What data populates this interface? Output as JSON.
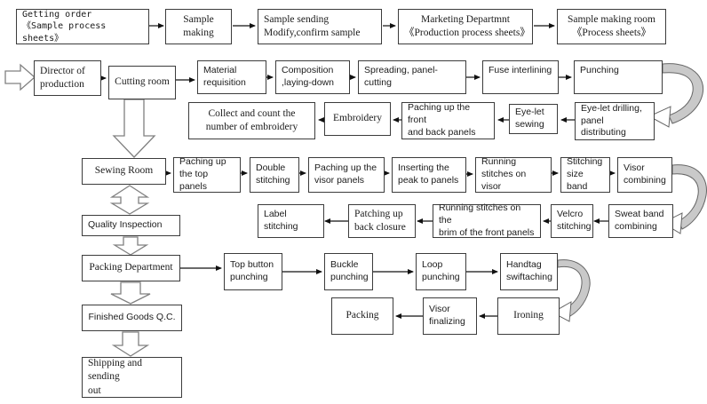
{
  "colors": {
    "box_border": "#3c3c3c",
    "arrow": "#111111",
    "block_arrow_outline": "#808080",
    "uturn_fill": "#c9c9c9"
  },
  "nodes": [
    {
      "name": "getting-order",
      "text": "Getting order\n《Sample process sheets》"
    },
    {
      "name": "sample-making",
      "text": "Sample\nmaking"
    },
    {
      "name": "sample-sending",
      "text": "Sample sending\nModify,confirm sample"
    },
    {
      "name": "marketing-department",
      "text": "Marketing Departmnt\n《Production process sheets》"
    },
    {
      "name": "sample-making-room",
      "text": "Sample making room\n《Process sheets》"
    },
    {
      "name": "director-of-production",
      "text": "Director of\nproduction"
    },
    {
      "name": "cutting-room",
      "text": "Cutting room"
    },
    {
      "name": "material-requisition",
      "text": "Material\nrequisition"
    },
    {
      "name": "composition-laying-down",
      "text": "Composition\n,laying-down"
    },
    {
      "name": "spreading-panel-cutting",
      "text": "Spreading, panel-cutting"
    },
    {
      "name": "fuse-interlining",
      "text": "Fuse interlining"
    },
    {
      "name": "punching",
      "text": "Punching"
    },
    {
      "name": "eyelet-drilling",
      "text": "Eye-let drilling,\npanel distributing"
    },
    {
      "name": "eyelet-sewing",
      "text": "Eye-let\nsewing"
    },
    {
      "name": "paching-front-back-panels",
      "text": "Paching up the front\nand back panels"
    },
    {
      "name": "embroidery",
      "text": "Embroidery"
    },
    {
      "name": "collect-count-embroidery",
      "text": "Collect and count the\nnumber of embroidery"
    },
    {
      "name": "sewing-room",
      "text": "Sewing Room"
    },
    {
      "name": "paching-top-panels",
      "text": "Paching up\nthe top panels"
    },
    {
      "name": "double-stitching",
      "text": "Double\nstitching"
    },
    {
      "name": "paching-visor-panels",
      "text": "Paching up the\nvisor panels"
    },
    {
      "name": "inserting-peak",
      "text": "Inserting the\npeak to panels"
    },
    {
      "name": "running-stitches-visor",
      "text": "Running\nstitches on visor"
    },
    {
      "name": "stitching-size-band",
      "text": "Stitching\nsize band"
    },
    {
      "name": "visor-combining",
      "text": "Visor\ncombining"
    },
    {
      "name": "sweat-band-combining",
      "text": "Sweat band\ncombining"
    },
    {
      "name": "velcro-stitching",
      "text": "Velcro\nstitching"
    },
    {
      "name": "running-stitches-brim",
      "text": "Running stitches on the\nbrim of the front panels"
    },
    {
      "name": "patching-back-closure",
      "text": "Patching up\nback closure"
    },
    {
      "name": "label-stitching",
      "text": "Label\nstitching"
    },
    {
      "name": "quality-inspection",
      "text": "Quality Inspection"
    },
    {
      "name": "packing-department",
      "text": "Packing Department"
    },
    {
      "name": "top-button-punching",
      "text": "Top button\npunching"
    },
    {
      "name": "buckle-punching",
      "text": "Buckle\npunching"
    },
    {
      "name": "loop-punching",
      "text": "Loop\npunching"
    },
    {
      "name": "handtag-swiftaching",
      "text": "Handtag\nswiftaching"
    },
    {
      "name": "packing",
      "text": "Packing"
    },
    {
      "name": "visor-finalizing",
      "text": "Visor\nfinalizing"
    },
    {
      "name": "ironing",
      "text": "Ironing"
    },
    {
      "name": "finished-goods-qc",
      "text": "Finished Goods Q.C."
    },
    {
      "name": "shipping-sending-out",
      "text": "Shipping and sending\nout"
    }
  ]
}
